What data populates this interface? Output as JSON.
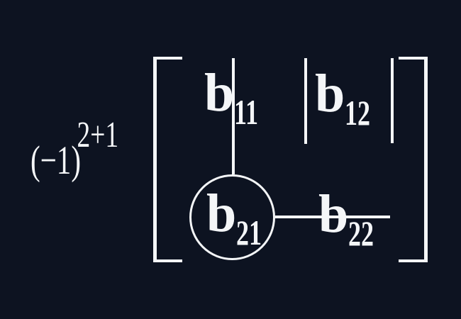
{
  "colors": {
    "background": "#0d1321",
    "ink": "#f4f6f8"
  },
  "expression": {
    "base": "(−1)",
    "exponent": "2+1"
  },
  "matrix": {
    "rows": [
      [
        {
          "symbol": "b",
          "subscript": "11"
        },
        {
          "symbol": "b",
          "subscript": "12"
        }
      ],
      [
        {
          "symbol": "b",
          "subscript": "21"
        },
        {
          "symbol": "b",
          "subscript": "22"
        }
      ]
    ]
  }
}
